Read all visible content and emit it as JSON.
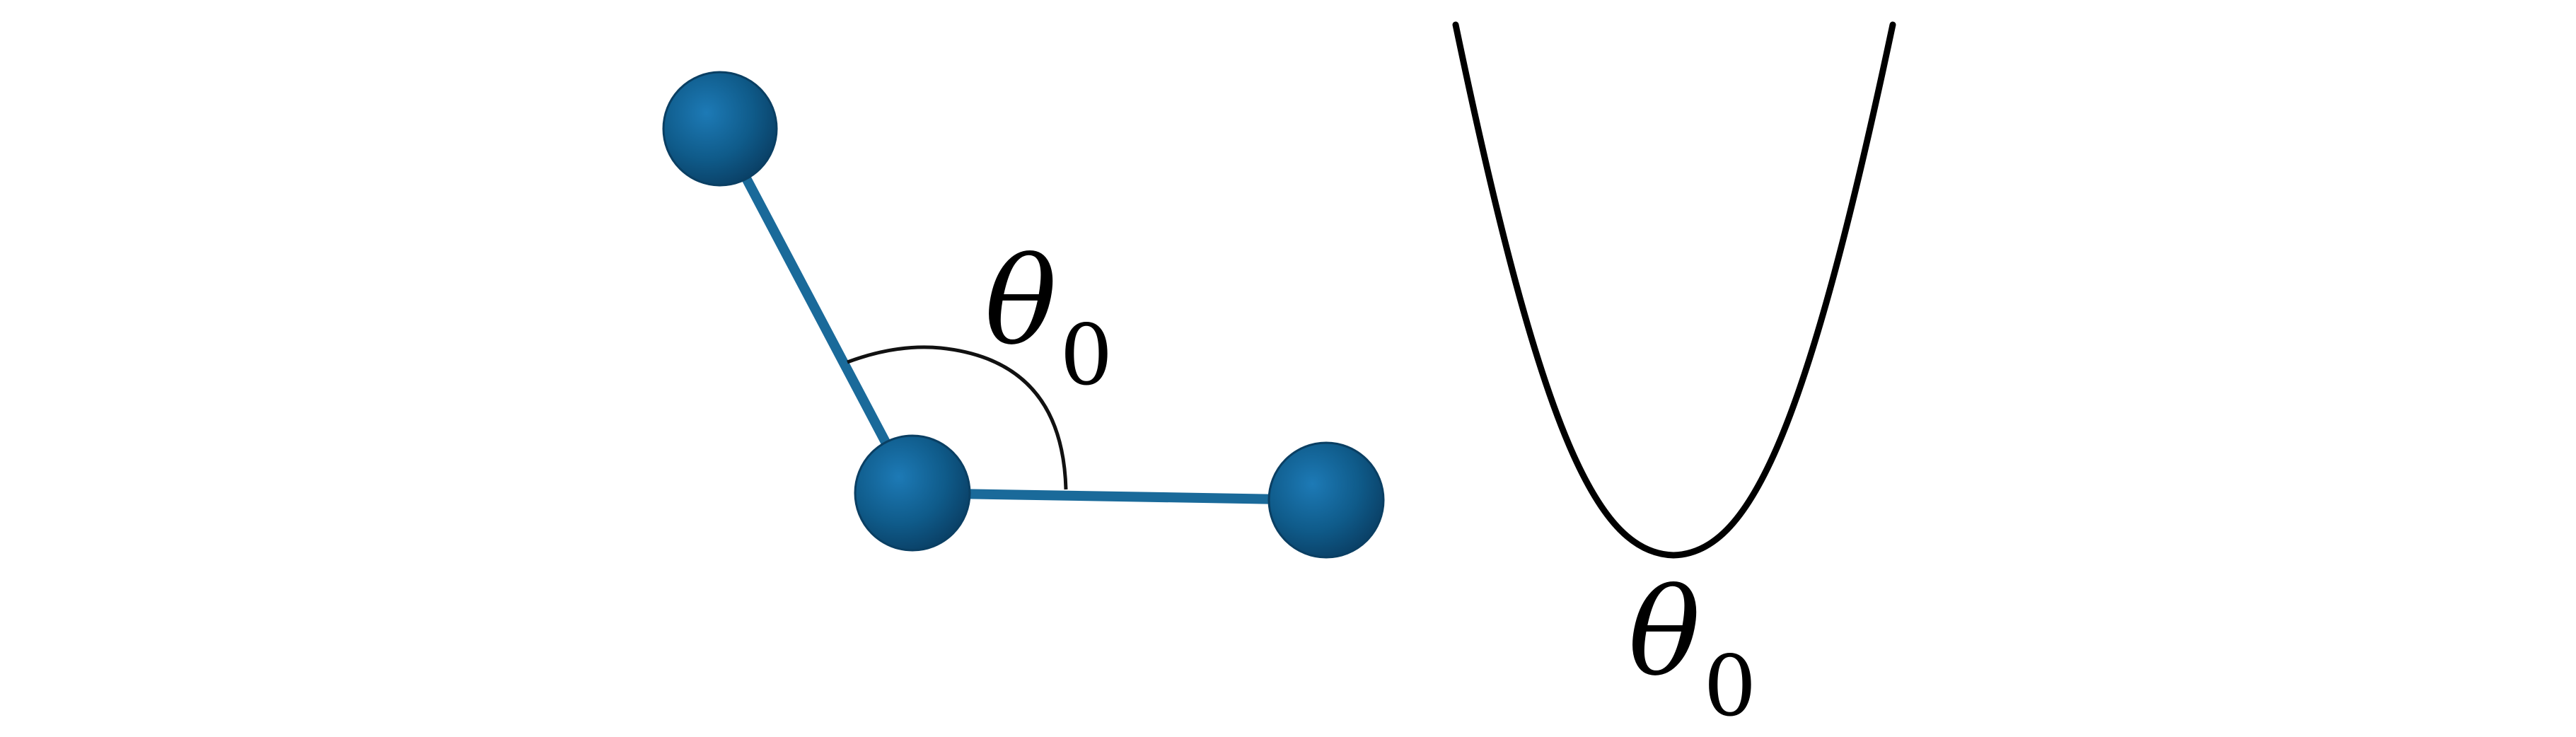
{
  "molecule": {
    "atom_color": "#0f5b8a",
    "bond_color": "#1a6a9a",
    "angle_label": {
      "symbol": "θ",
      "subscript": "0"
    }
  },
  "potential": {
    "curve_color": "#000000",
    "minimum_label": {
      "symbol": "θ",
      "subscript": "0"
    }
  }
}
